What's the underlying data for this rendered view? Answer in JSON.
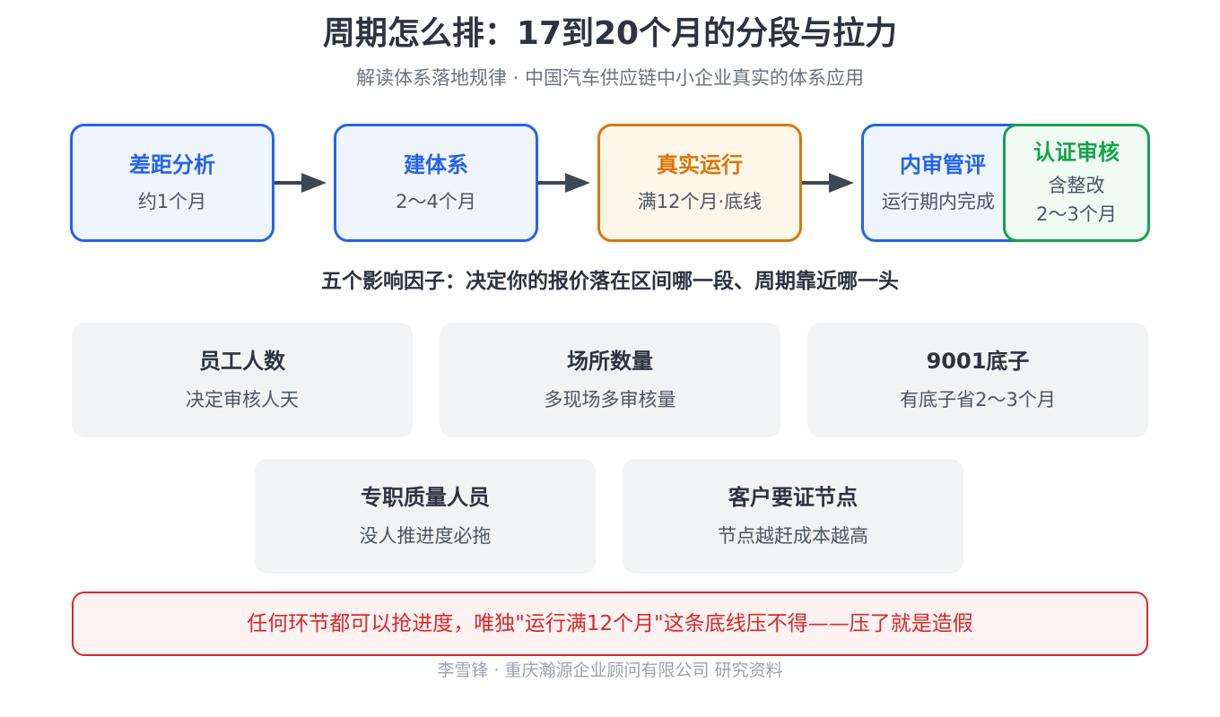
{
  "header": {
    "title": "周期怎么排：17到20个月的分段与拉力",
    "subtitle": "解读体系落地规律 · 中国汽车供应链中小企业真实的体系应用"
  },
  "stages": [
    {
      "name": "差距分析",
      "duration": "约1个月"
    },
    {
      "name": "建体系",
      "duration": "2～4个月"
    },
    {
      "name": "真实运行",
      "duration": "满12个月·底线"
    },
    {
      "name": "内审管评",
      "duration": "运行期内完成"
    },
    {
      "name": "认证审核",
      "duration_line1": "含整改",
      "duration_line2": "2～3个月"
    }
  ],
  "factors_title": "五个影响因子：决定你的报价落在区间哪一段、周期靠近哪一头",
  "factors": [
    {
      "name": "员工人数",
      "desc": "决定审核人天"
    },
    {
      "name": "场所数量",
      "desc": "多现场多审核量"
    },
    {
      "name": "9001底子",
      "desc": "有底子省2～3个月"
    },
    {
      "name": "专职质量人员",
      "desc": "没人推进度必拖"
    },
    {
      "name": "客户要证节点",
      "desc": "节点越赶成本越高"
    }
  ],
  "warning": "任何环节都可以抢进度，唯独\"运行满12个月\"这条底线压不得——压了就是造假",
  "footer": "李雪锋 · 重庆瀚源企业顾问有限公司 研究资料",
  "colors": {
    "blue": "#2563eb",
    "orange": "#d97706",
    "green": "#16a34a",
    "red": "#dc2626",
    "arrow": "#3f4654"
  }
}
